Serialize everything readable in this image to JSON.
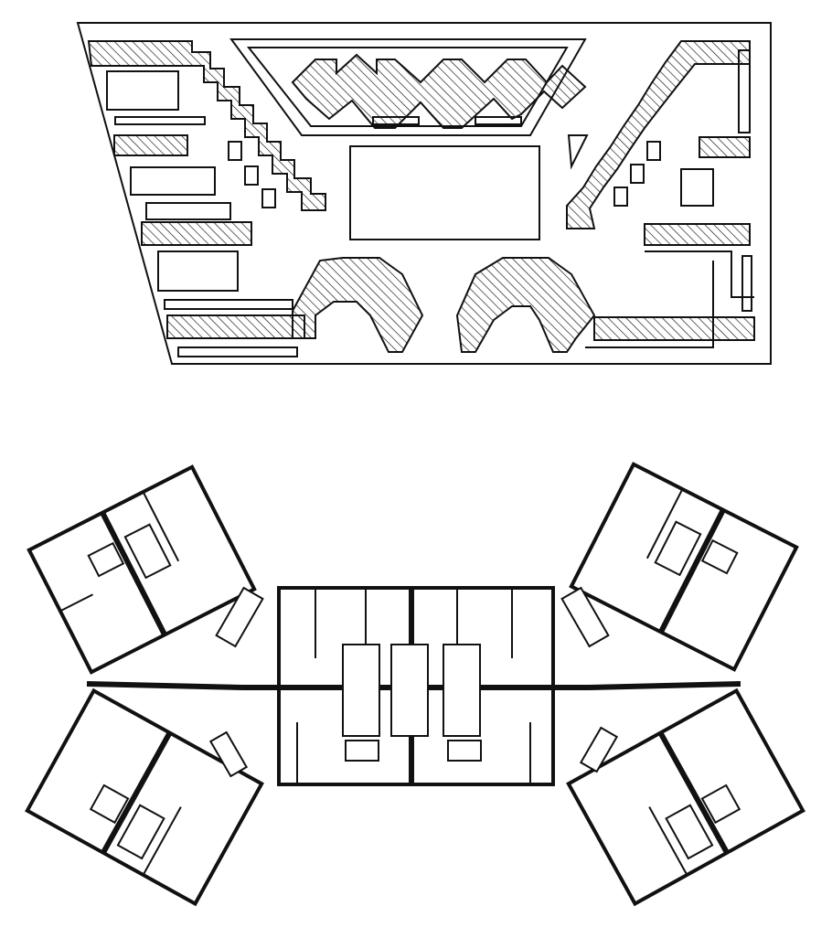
{
  "colors": {
    "ink": "#111111",
    "paper": "#ffffff"
  },
  "figures": [
    {
      "kind": "site-plan",
      "fill_pattern": "diagonal-hatch"
    },
    {
      "kind": "floor-plan"
    }
  ]
}
